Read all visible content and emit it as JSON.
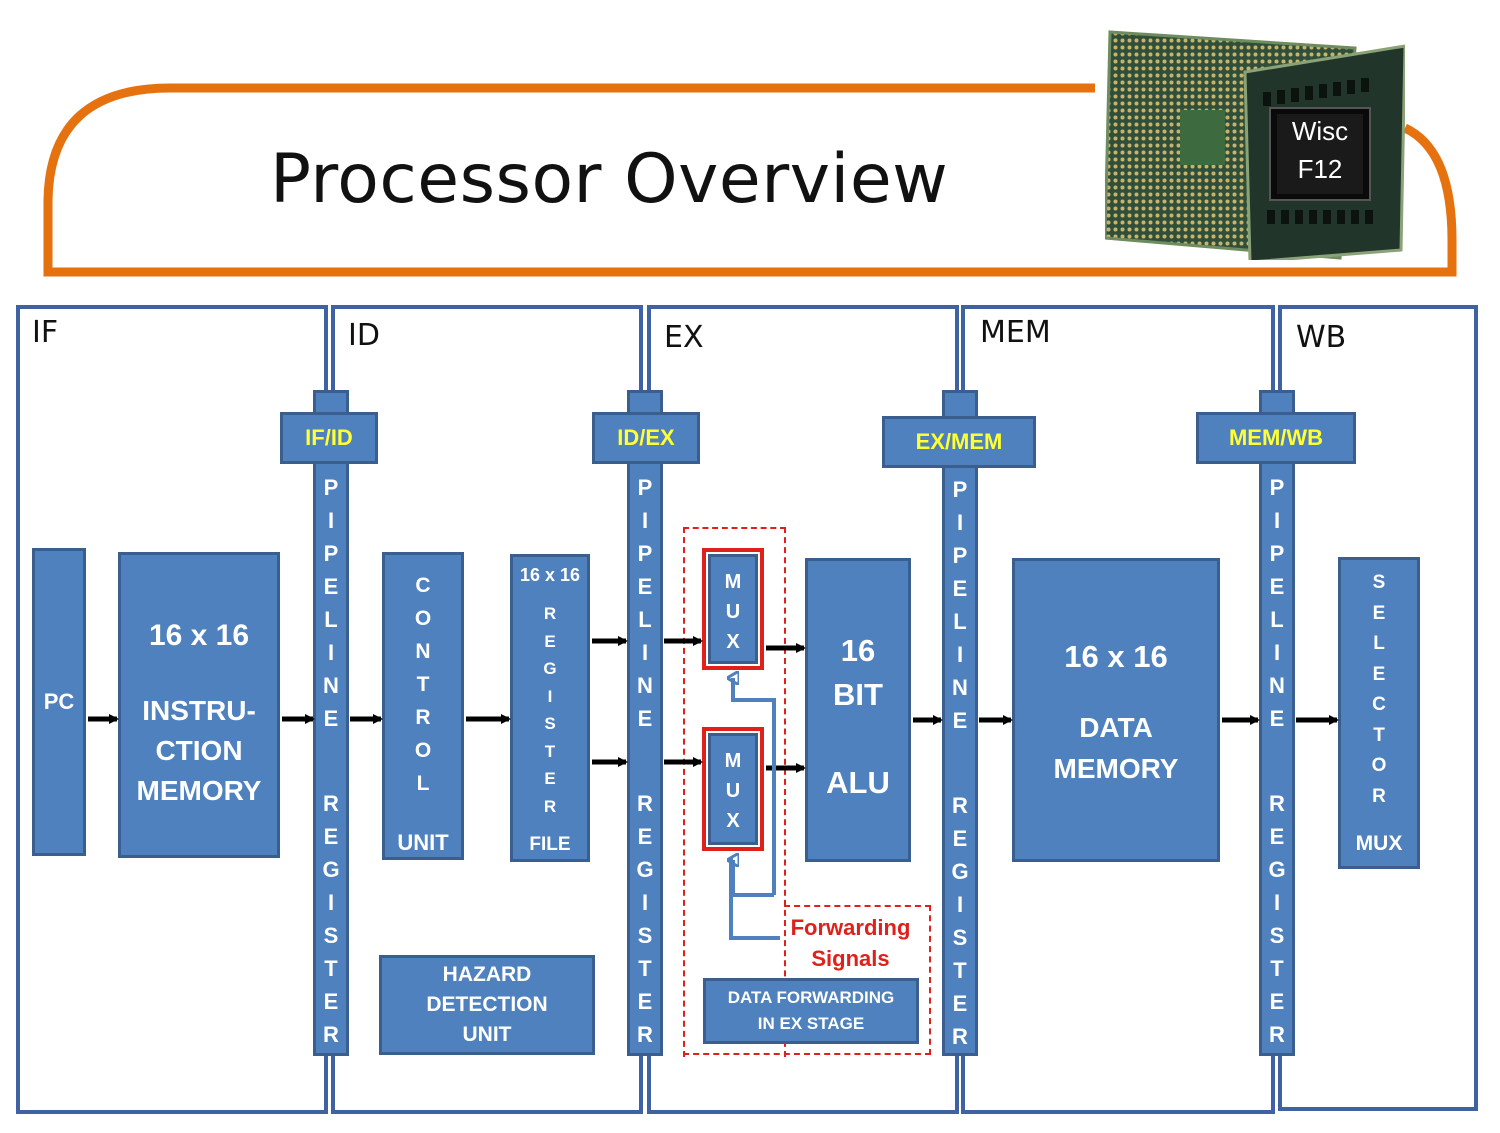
{
  "title": "Processor Overview",
  "chip": {
    "line1": "Wisc",
    "line2": "F12"
  },
  "stages": {
    "if": "IF",
    "id": "ID",
    "ex": "EX",
    "mem": "MEM",
    "wb": "WB"
  },
  "pipelines": {
    "if_id": "IF/ID",
    "id_ex": "ID/EX",
    "ex_mem": "EX/MEM",
    "mem_wb": "MEM/WB",
    "word1": "P\nI\nP\nE\nL\nI\nN\nE",
    "word2": "R\nE\nG\nI\nS\nT\nE\nR"
  },
  "blocks": {
    "pc": "PC",
    "imem_size": "16 x 16",
    "imem_name": "INSTRU-\nCTION\nMEMORY",
    "control": "C\nO\nN\nT\nR\nO\nL",
    "control_unit": "UNIT",
    "regfile_size": "16 x 16",
    "regfile_word": "R\nE\nG\nI\nS\nT\nE\nR",
    "regfile_file": "FILE",
    "hazard": "HAZARD\nDETECTION\nUNIT",
    "mux_text": "M\nU\nX",
    "alu": "16\nBIT\n\nALU",
    "dmem_size": "16 x 16",
    "dmem_name": "DATA\nMEMORY",
    "selector": "S\nE\nL\nE\nC\nT\nO\nR",
    "selector_mux": "MUX",
    "fwd_unit": "DATA FORWARDING\nIN EX STAGE",
    "fwd_signals": "Forwarding\nSignals"
  },
  "colors": {
    "block": "#4e81bd",
    "border": "#3a5f8e",
    "tag_text": "#ffff33",
    "accent_orange": "#e5720f",
    "forwarding_red": "#e0201a"
  }
}
